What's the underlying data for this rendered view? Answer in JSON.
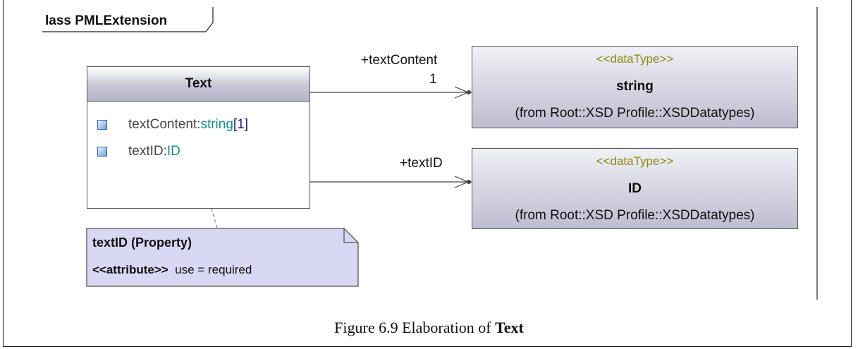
{
  "frame": {
    "label": "lass PMLExtension"
  },
  "class": {
    "name": "Text",
    "attributes": [
      {
        "name": "textContent:",
        "type": "string",
        "multiplicity": "[1]"
      },
      {
        "name": "textID:",
        "type": "ID",
        "multiplicity": ""
      }
    ]
  },
  "datatypes": [
    {
      "stereotype": "<<dataType>>",
      "name": "string",
      "from": "(from Root::XSD Profile::XSDDatatypes)"
    },
    {
      "stereotype": "<<dataType>>",
      "name": "ID",
      "from": "(from Root::XSD Profile::XSDDatatypes)"
    }
  ],
  "associations": [
    {
      "role": "+textContent",
      "multiplicity": "1"
    },
    {
      "role": "+textID",
      "multiplicity": ""
    }
  ],
  "note": {
    "title": "textID (Property)",
    "stereotype": "<<attribute>>",
    "text": "use = required"
  },
  "caption": {
    "prefix": "Figure 6.9 Elaboration of ",
    "bold": "Text"
  },
  "colors": {
    "stereotype": "#8a8a10",
    "type": "#1b8a8a",
    "multiplicity": "#202080",
    "note_fill": "#d8d8f4",
    "header_gradient_end": "#b4b4c8"
  }
}
